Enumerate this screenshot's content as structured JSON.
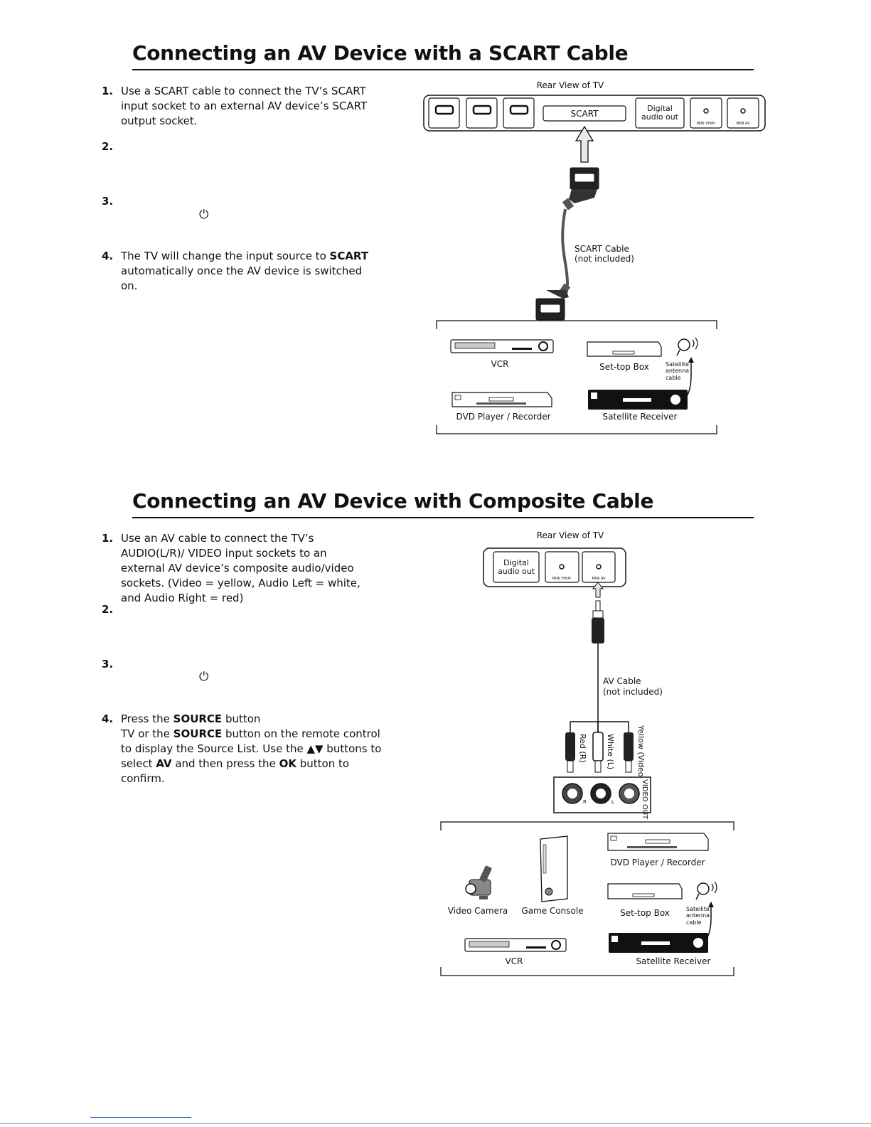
{
  "section1": {
    "title": "Connecting an AV Device with a SCART Cable",
    "steps": [
      {
        "num": "1.",
        "text": "Use a SCART cable to connect the TV’s SCART input socket to an external AV device’s SCART output socket."
      },
      {
        "num": "2.",
        "text": ""
      },
      {
        "num": "3.",
        "text": ""
      },
      {
        "num": "4.",
        "pre": "The TV will change the input source to ",
        "bold": "SCART",
        "post": " automatically once the AV device is switched on."
      }
    ],
    "diagram": {
      "rear_view_label": "Rear View of TV",
      "scart_port_label": "SCART",
      "digital_audio_line1": "Digital",
      "digital_audio_line2": "audio out",
      "mini_ypbpr_label": "MINI YPbPr",
      "mini_av_label": "MINI AV",
      "cable_label_line1": "SCART Cable",
      "cable_label_line2": "(not included)",
      "devices": {
        "vcr": "VCR",
        "set_top_box": "Set-top Box",
        "dvd": "DVD Player / Recorder",
        "satellite_receiver": "Satellite Receiver",
        "sat_cable_line1": "Satellite",
        "sat_cable_line2": "antenna",
        "sat_cable_line3": "cable"
      }
    }
  },
  "section2": {
    "title": "Connecting an AV Device with Composite Cable",
    "steps": [
      {
        "num": "1.",
        "text": "Use an AV cable to connect the TV’s AUDIO(L/R)/ VIDEO input sockets to an external AV device’s composite audio/video sockets. (Video = yellow, Audio Left = white, and Audio Right = red)"
      },
      {
        "num": "2.",
        "text": ""
      },
      {
        "num": "3.",
        "text": ""
      },
      {
        "num": "4.",
        "line1_pre": "Press the ",
        "line1_bold": "SOURCE",
        "line1_post": " button",
        "line2_pre": "TV or the ",
        "line2_bold": "SOURCE",
        "line2_post": " button on the remote control to display the Source List. Use the ▲▼ buttons to select ",
        "line2_bold2": "AV",
        "line2_mid": " and then press the ",
        "line2_bold3": "OK",
        "line2_end": " button to confirm."
      }
    ],
    "diagram": {
      "rear_view_label": "Rear View of TV",
      "digital_audio_line1": "Digital",
      "digital_audio_line2": "audio out",
      "mini_ypbpr_label": "MINI YPbPr",
      "mini_av_label": "MINI AV",
      "cable_label_line1": "AV Cable",
      "cable_label_line2": "(not included)",
      "plug_red": "Red (R)",
      "plug_white": "White (L)",
      "plug_yellow": "Yellow (Video)",
      "video_out_label": "VIDEO OUT",
      "socket_r": "R",
      "socket_l": "L",
      "devices": {
        "video_camera": "Video Camera",
        "game_console": "Game Console",
        "dvd": "DVD Player / Recorder",
        "set_top_box": "Set-top Box",
        "vcr": "VCR",
        "satellite_receiver": "Satellite Receiver",
        "sat_cable_line1": "Satellite",
        "sat_cable_line2": "antenna",
        "sat_cable_line3": "cable"
      }
    }
  },
  "power_symbol": "⏻"
}
